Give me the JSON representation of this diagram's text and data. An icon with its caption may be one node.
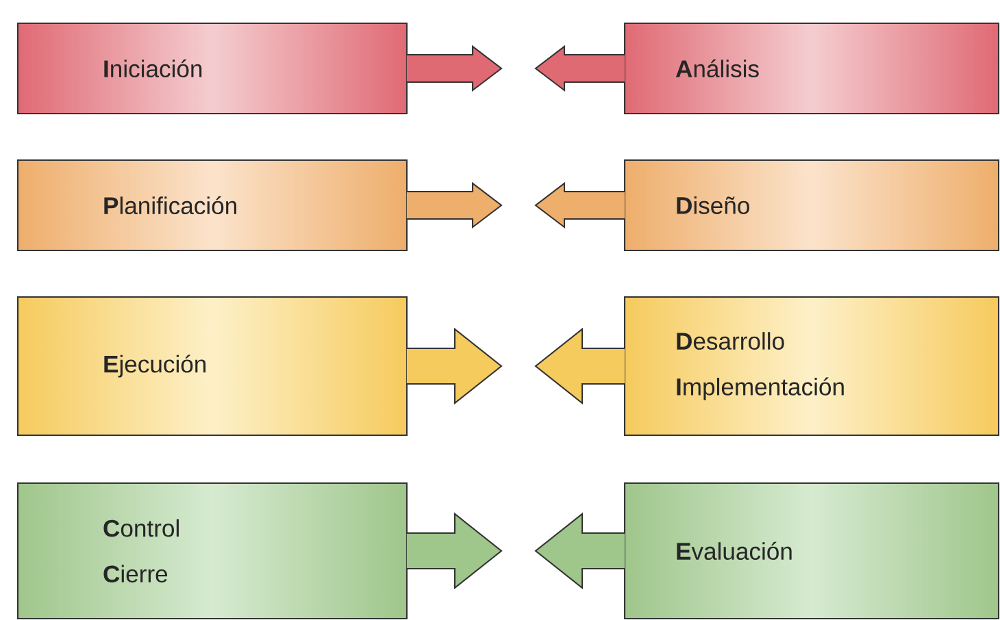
{
  "diagram": {
    "nodes": [
      {
        "text": [
          "**I**niciación"
        ]
      },
      {
        "text": [
          "**A**nálisis"
        ]
      },
      {
        "text": [
          "**P**lanificación"
        ]
      },
      {
        "text": [
          "**D**iseño"
        ]
      },
      {
        "text": [
          "**E**jecución"
        ]
      },
      {
        "text": [
          "**D**esarrollo",
          "**I**mplementación"
        ]
      },
      {
        "text": [
          "**C**ontrol",
          "**C**ierre"
        ]
      },
      {
        "text": [
          "**E**valuación"
        ]
      }
    ],
    "edges": [
      {
        "from": 0,
        "to": null,
        "arrow": "to"
      },
      {
        "from": 1,
        "to": null,
        "arrow": "to"
      },
      {
        "from": 2,
        "to": null,
        "arrow": "to"
      },
      {
        "from": 3,
        "to": null,
        "arrow": "to"
      },
      {
        "from": 4,
        "to": null,
        "arrow": "to"
      },
      {
        "from": 5,
        "to": null,
        "arrow": "to"
      },
      {
        "from": 6,
        "to": null,
        "arrow": "to"
      },
      {
        "from": 7,
        "to": null,
        "arrow": "to"
      }
    ]
  }
}
